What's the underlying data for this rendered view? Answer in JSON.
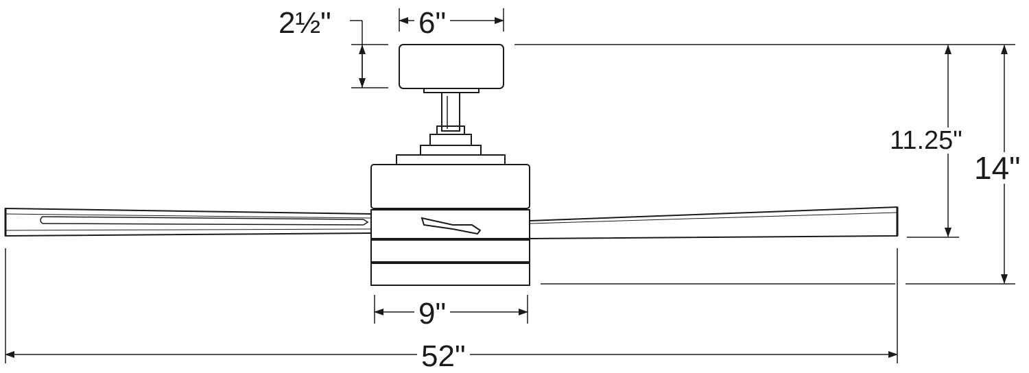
{
  "diagram": {
    "dimensions": {
      "canopy_width": "6\"",
      "canopy_height": "2½\"",
      "ceiling_to_blade": "11.25\"",
      "overall_height": "14\"",
      "motor_width": "9\"",
      "blade_span": "52\""
    },
    "colors": {
      "line": "#1a1a1a",
      "background": "#ffffff"
    }
  }
}
